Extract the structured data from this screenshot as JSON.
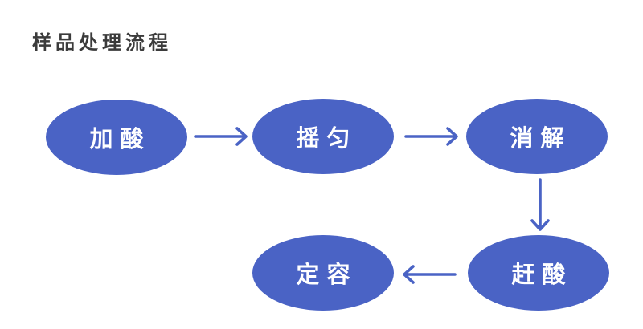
{
  "title": "样品处理流程",
  "colors": {
    "node_fill": "#4a63c5",
    "node_text": "#ffffff",
    "arrow": "#4a63c5",
    "title_text": "#3b3b3b",
    "background": "#ffffff"
  },
  "flow": {
    "nodes": [
      {
        "id": "add-acid",
        "label": "加酸"
      },
      {
        "id": "shake",
        "label": "摇匀"
      },
      {
        "id": "digest",
        "label": "消解"
      },
      {
        "id": "drive-acid",
        "label": "赶酸"
      },
      {
        "id": "fix-volume",
        "label": "定容"
      }
    ],
    "edges": [
      {
        "from": "加酸",
        "to": "摇匀",
        "direction": "right"
      },
      {
        "from": "摇匀",
        "to": "消解",
        "direction": "right"
      },
      {
        "from": "消解",
        "to": "赶酸",
        "direction": "down"
      },
      {
        "from": "赶酸",
        "to": "定容",
        "direction": "left"
      }
    ]
  }
}
